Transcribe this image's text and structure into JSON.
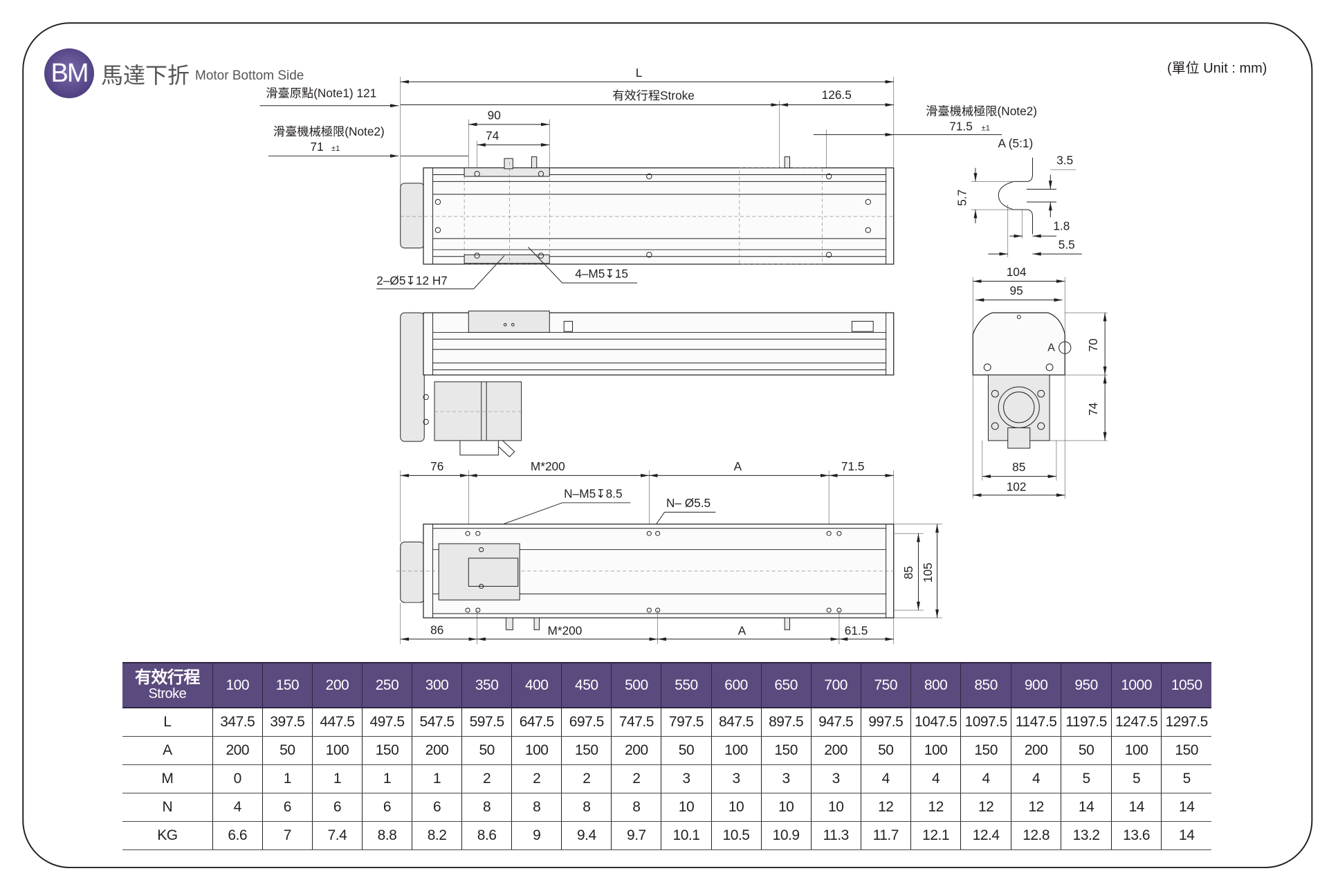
{
  "header": {
    "badge": "BM",
    "title_zh": "馬達下折",
    "title_en": "Motor Bottom Side",
    "unit": "(單位 Unit : mm)"
  },
  "top_view": {
    "L": "L",
    "stroke": "有效行程Stroke",
    "dim_126_5": "126.5",
    "note1": "滑臺原點(Note1) 121",
    "dim_90": "90",
    "dim_74": "74",
    "note2_left": "滑臺機械極限(Note2)",
    "note2_left_value": "71",
    "tolerance": "±1",
    "note2_right": "滑臺機械極限(Note2)",
    "note2_right_value": "71.5",
    "pin_hole": "2–Ø5↧12  H7",
    "tap_hole": "4–M5↧15"
  },
  "detail_a": {
    "title": "A (5:1)",
    "d3_5": "3.5",
    "d5_7": "5.7",
    "d1_8": "1.8",
    "d5_5": "5.5"
  },
  "end_view": {
    "d104": "104",
    "d95": "95",
    "d70": "70",
    "d74": "74",
    "d85": "85",
    "d102": "102",
    "a_mark": "A"
  },
  "bottom_view": {
    "top_76": "76",
    "top_m200": "M*200",
    "top_a": "A",
    "top_71_5": "71.5",
    "n_m5": "N–M5↧8.5",
    "n_hole": "N– Ø5.5",
    "d85": "85",
    "d105": "105",
    "bot_86": "86",
    "bot_m200": "M*200",
    "bot_a": "A",
    "bot_61_5": "61.5"
  },
  "table": {
    "header_zh": "有效行程",
    "header_en": "Stroke",
    "strokes": [
      "100",
      "150",
      "200",
      "250",
      "300",
      "350",
      "400",
      "450",
      "500",
      "550",
      "600",
      "650",
      "700",
      "750",
      "800",
      "850",
      "900",
      "950",
      "1000",
      "1050"
    ],
    "rows": [
      {
        "label": "L",
        "values": [
          "347.5",
          "397.5",
          "447.5",
          "497.5",
          "547.5",
          "597.5",
          "647.5",
          "697.5",
          "747.5",
          "797.5",
          "847.5",
          "897.5",
          "947.5",
          "997.5",
          "1047.5",
          "1097.5",
          "1147.5",
          "1197.5",
          "1247.5",
          "1297.5"
        ]
      },
      {
        "label": "A",
        "values": [
          "200",
          "50",
          "100",
          "150",
          "200",
          "50",
          "100",
          "150",
          "200",
          "50",
          "100",
          "150",
          "200",
          "50",
          "100",
          "150",
          "200",
          "50",
          "100",
          "150"
        ]
      },
      {
        "label": "M",
        "values": [
          "0",
          "1",
          "1",
          "1",
          "1",
          "2",
          "2",
          "2",
          "2",
          "3",
          "3",
          "3",
          "3",
          "4",
          "4",
          "4",
          "4",
          "5",
          "5",
          "5"
        ]
      },
      {
        "label": "N",
        "values": [
          "4",
          "6",
          "6",
          "6",
          "6",
          "8",
          "8",
          "8",
          "8",
          "10",
          "10",
          "10",
          "10",
          "12",
          "12",
          "12",
          "12",
          "14",
          "14",
          "14"
        ]
      },
      {
        "label": "KG",
        "values": [
          "6.6",
          "7",
          "7.4",
          "8.8",
          "8.2",
          "8.6",
          "9",
          "9.4",
          "9.7",
          "10.1",
          "10.5",
          "10.9",
          "11.3",
          "11.7",
          "12.1",
          "12.4",
          "12.8",
          "13.2",
          "13.6",
          "14"
        ]
      }
    ]
  },
  "colors": {
    "header_bg": "#5b4a7e",
    "badge": "#5a4a8c",
    "line": "#231f20"
  }
}
